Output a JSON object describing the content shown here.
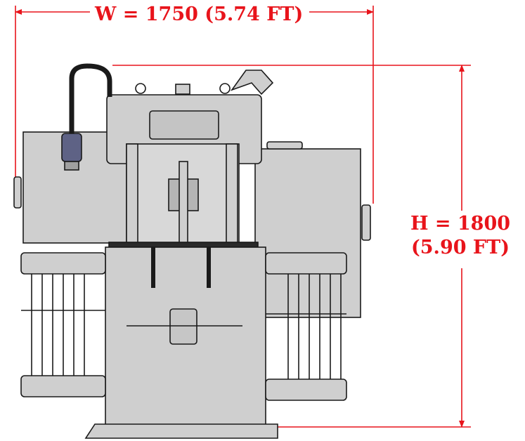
{
  "dimensions": {
    "width_label": "W = 1750 (5.74 FT)",
    "height_label_line1": "H = 1800",
    "height_label_line2": "(5.90 FT)",
    "color": "#e8141b"
  },
  "drawing": {
    "fill": "#cfcfcf",
    "stroke": "#1a1a1a"
  }
}
